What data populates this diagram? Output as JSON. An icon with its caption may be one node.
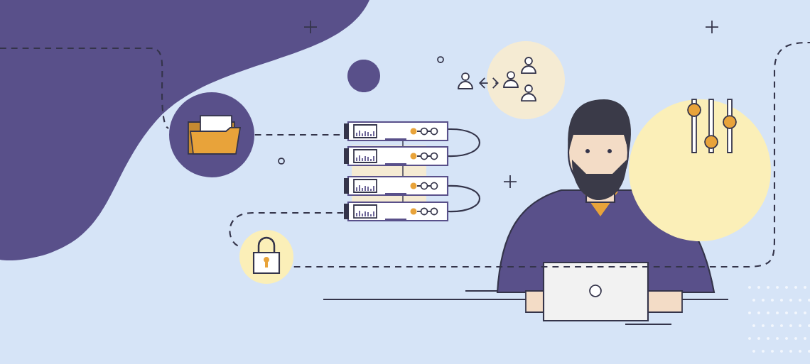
{
  "diagram": {
    "nodes": [
      {
        "text": [],
        "shape": "picture"
      },
      {
        "text": [],
        "shape": "picture"
      },
      {
        "text": [],
        "shape": "picture"
      },
      {
        "text": [],
        "shape": "picture"
      },
      {
        "text": [],
        "shape": "person"
      },
      {
        "text": [],
        "shape": "picture"
      }
    ],
    "edges": [
      {
        "from": null,
        "to": 0,
        "arrow": "none",
        "style": "dashed"
      },
      {
        "from": 0,
        "to": 1,
        "arrow": "none",
        "style": "dashed"
      },
      {
        "from": 1,
        "to": 2,
        "arrow": "none",
        "style": "dashed"
      },
      {
        "from": 2,
        "to": null,
        "arrow": "none",
        "style": "dashed"
      }
    ]
  }
}
